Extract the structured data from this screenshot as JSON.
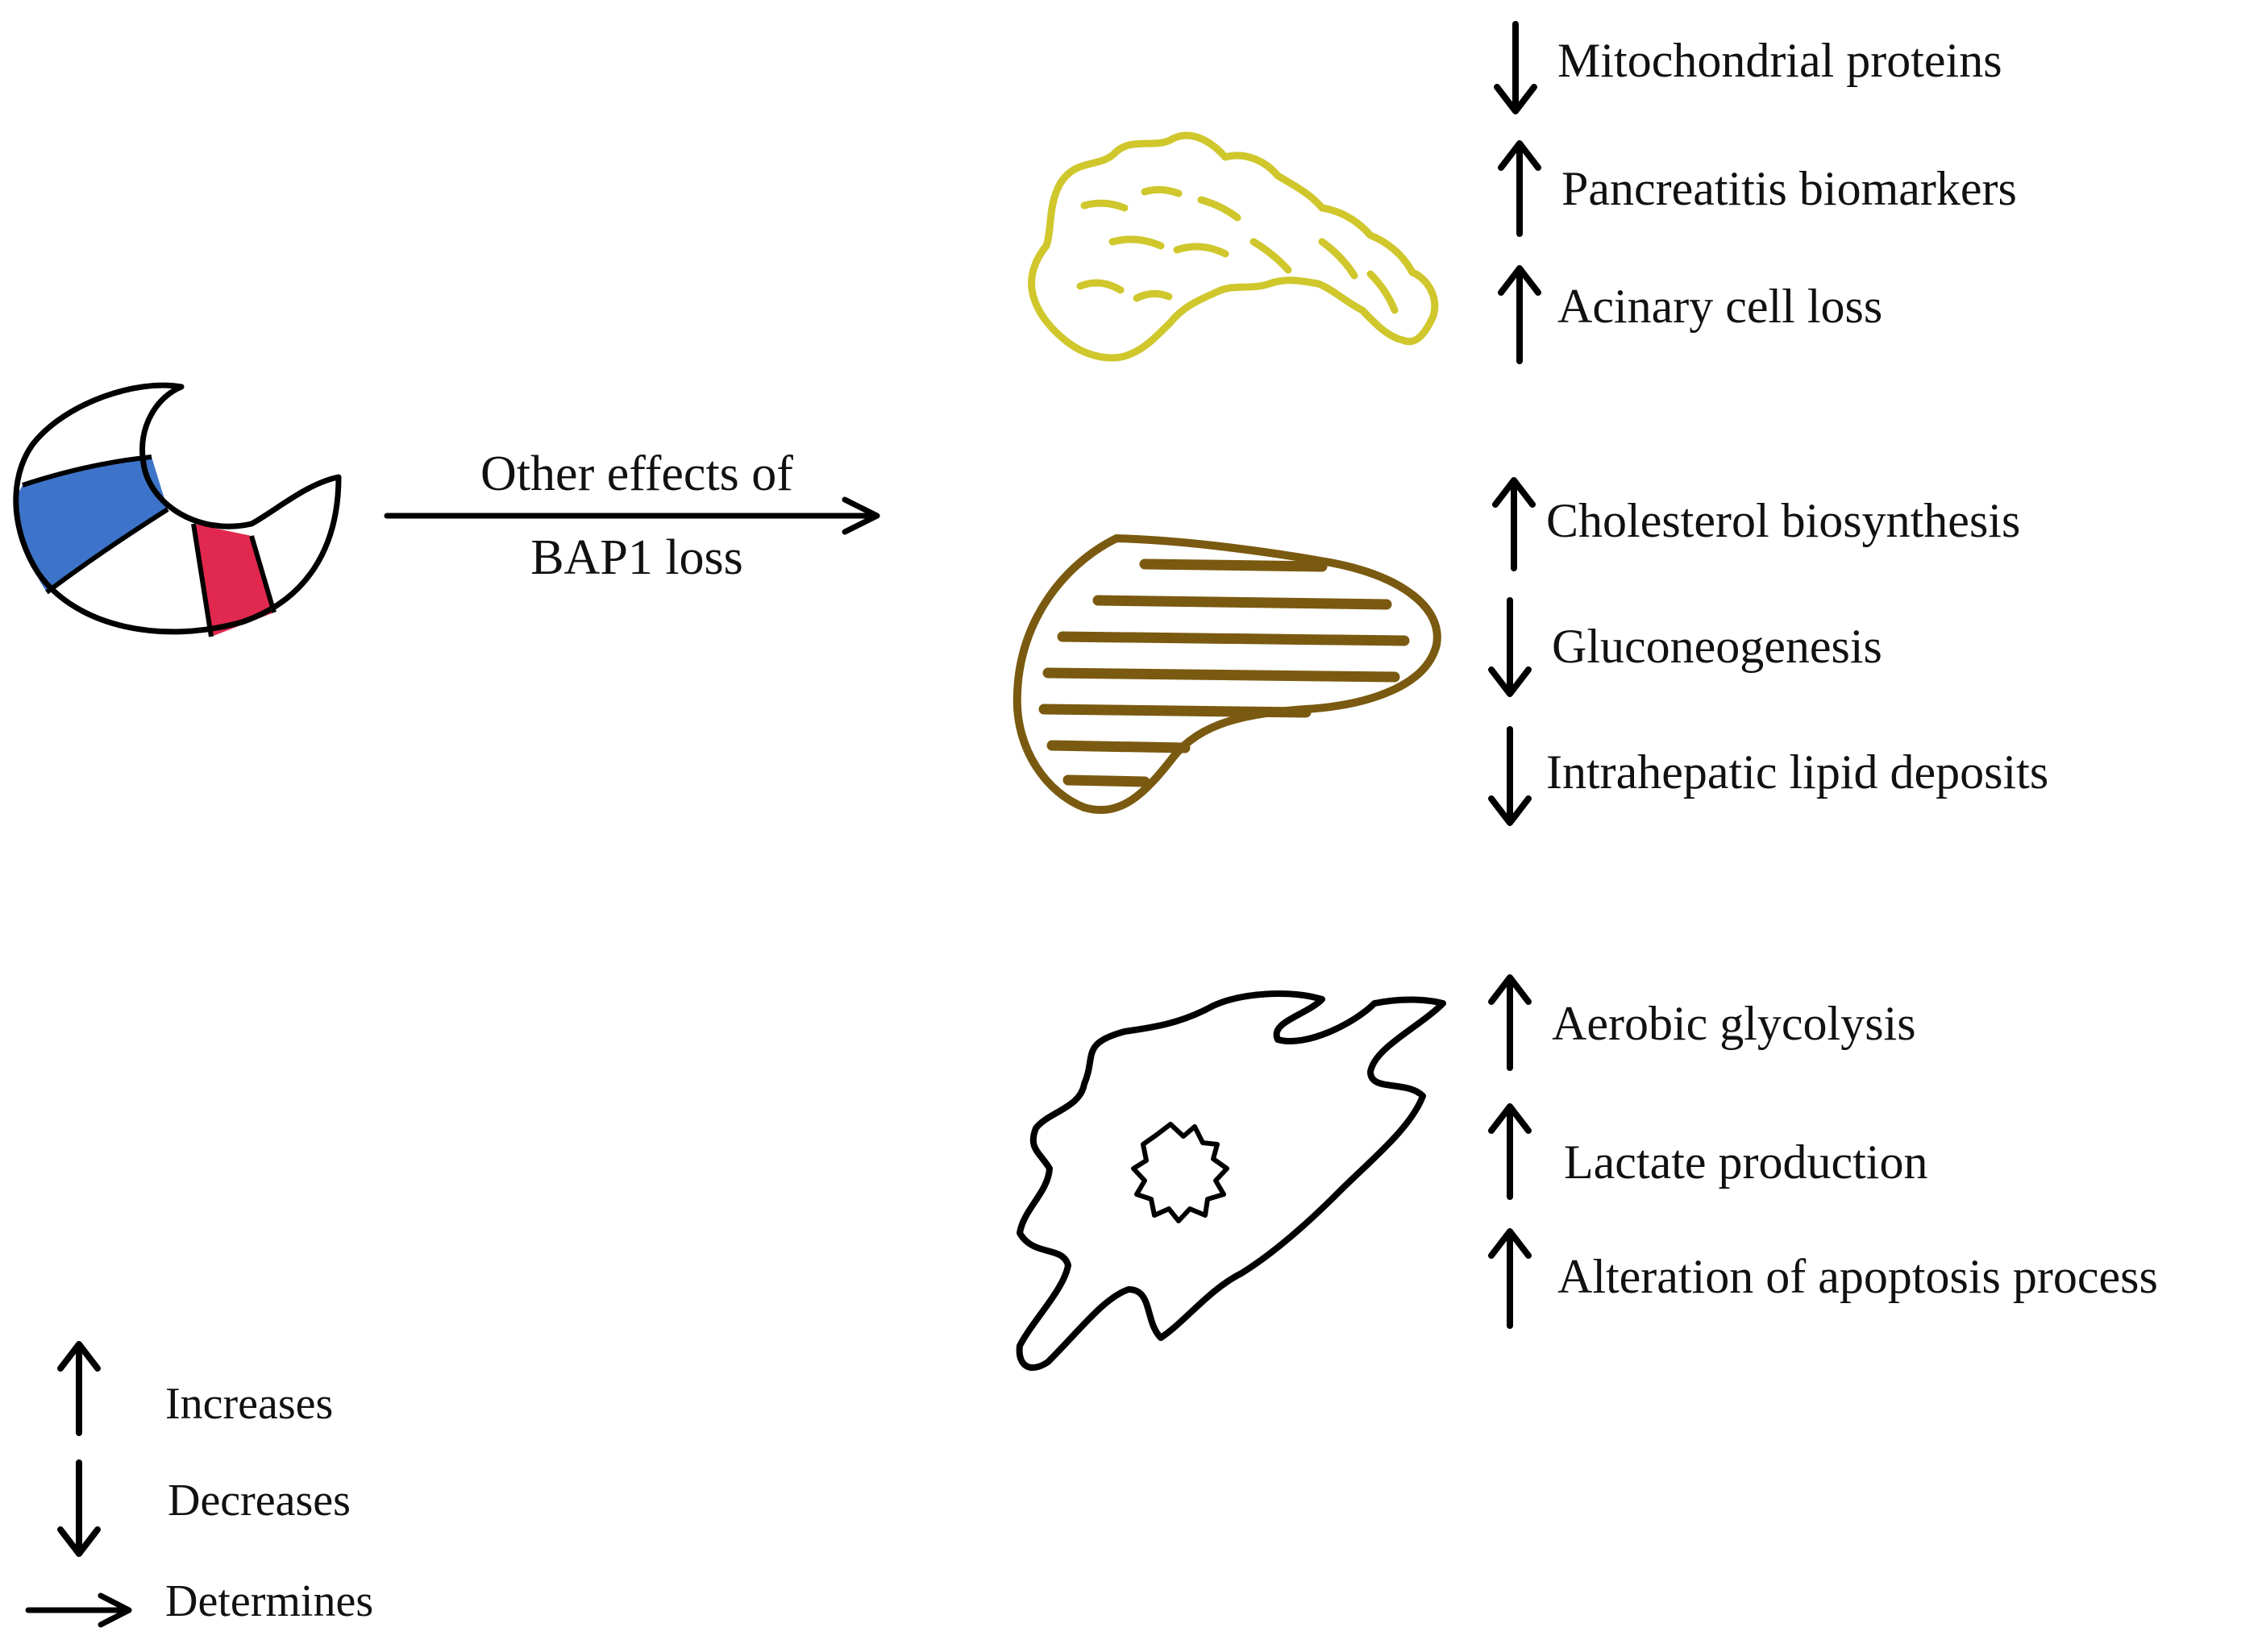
{
  "central_label": {
    "line1": "Other effects of",
    "line2": "BAP1 loss"
  },
  "colors": {
    "protein_blue": "#3d74c9",
    "protein_red": "#e1284f",
    "pancreas": "#cfc72c",
    "liver": "#7a5a10",
    "cell": "#000000",
    "arrow": "#000000"
  },
  "groups": [
    {
      "icon": "pancreas-icon",
      "effects": [
        {
          "direction": "down",
          "label": "Mitochondrial proteins"
        },
        {
          "direction": "up",
          "label": "Pancreatitis biomarkers"
        },
        {
          "direction": "up",
          "label": "Acinary cell loss"
        }
      ]
    },
    {
      "icon": "liver-icon",
      "effects": [
        {
          "direction": "up",
          "label": "Cholesterol biosynthesis"
        },
        {
          "direction": "down",
          "label": "Gluconeogenesis"
        },
        {
          "direction": "down",
          "label": "Intrahepatic lipid deposits"
        }
      ]
    },
    {
      "icon": "cell-icon",
      "effects": [
        {
          "direction": "up",
          "label": "Aerobic glycolysis"
        },
        {
          "direction": "up",
          "label": "Lactate production"
        },
        {
          "direction": "up",
          "label": "Alteration of apoptosis process"
        }
      ]
    }
  ],
  "legend": {
    "increases": "Increases",
    "decreases": "Decreases",
    "determines": "Determines"
  }
}
